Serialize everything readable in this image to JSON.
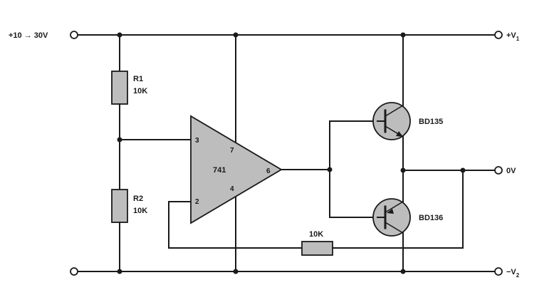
{
  "labels": {
    "supply_in": "+10 → 30V",
    "r1_name": "R1",
    "r1_value": "10K",
    "r2_name": "R2",
    "r2_value": "10K",
    "opamp": "741",
    "pin3": "3",
    "pin2": "2",
    "pin7": "7",
    "pin4": "4",
    "pin6": "6",
    "feedback_resistor": "10K",
    "q1": "BD135",
    "q2": "BD136",
    "out_pos": "+V",
    "out_pos_sub": "1",
    "out_zero": "0V",
    "out_neg": "−V",
    "out_neg_sub": "2"
  },
  "colors": {
    "wire": "#1a1a1a",
    "component_fill": "#bdbdbd",
    "background": "#ffffff"
  }
}
